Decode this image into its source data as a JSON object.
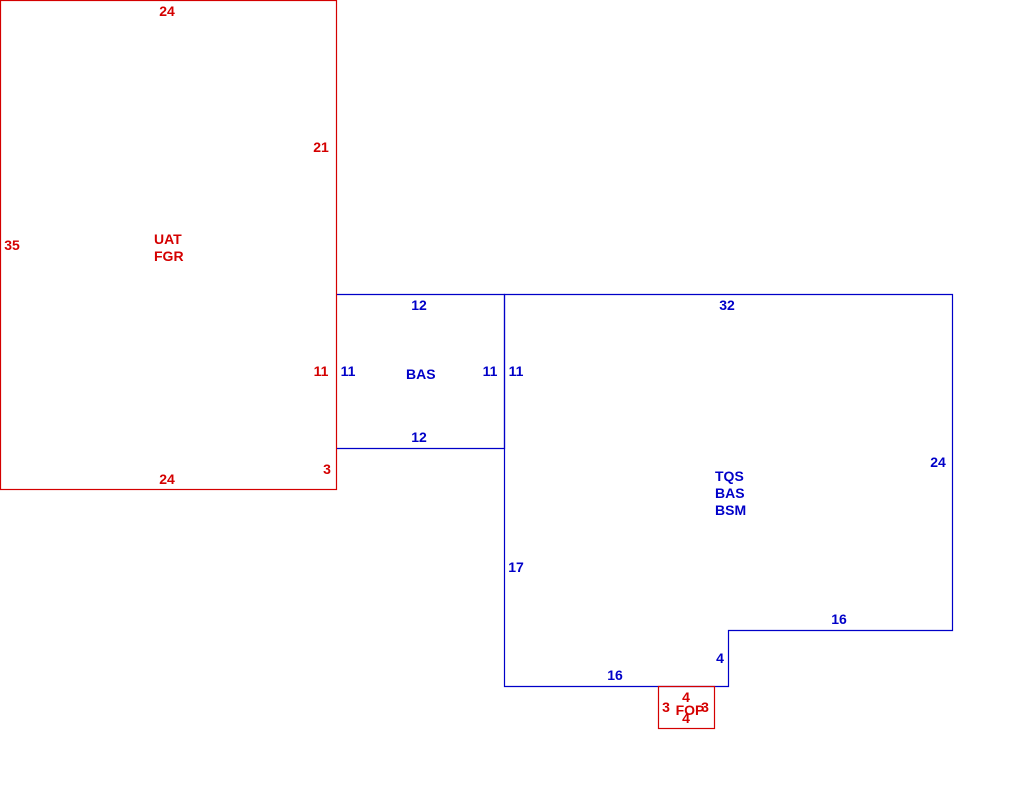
{
  "colors": {
    "garage": "#d40000",
    "living": "#0000c8",
    "porch": "#d40000",
    "background": "#ffffff"
  },
  "areas": {
    "garage": {
      "codes": [
        "UAT",
        "FGR"
      ],
      "dims": {
        "top": "24",
        "right_upper": "21",
        "right_mid": "11",
        "right_lower": "3",
        "bottom": "24",
        "left": "35"
      }
    },
    "bas_small": {
      "codes": [
        "BAS"
      ],
      "dims": {
        "top": "12",
        "left": "11",
        "right": "11",
        "bottom": "12"
      }
    },
    "main": {
      "codes": [
        "TQS",
        "BAS",
        "BSM"
      ],
      "dims": {
        "top": "32",
        "left_upper": "11",
        "right": "24",
        "step_top": "16",
        "step_vertical": "4",
        "bottom": "16",
        "left_lower": "17"
      }
    },
    "porch": {
      "codes": [
        "FOP"
      ],
      "dims": {
        "top": "4",
        "left": "3",
        "right": "3",
        "bottom": "4"
      }
    }
  }
}
